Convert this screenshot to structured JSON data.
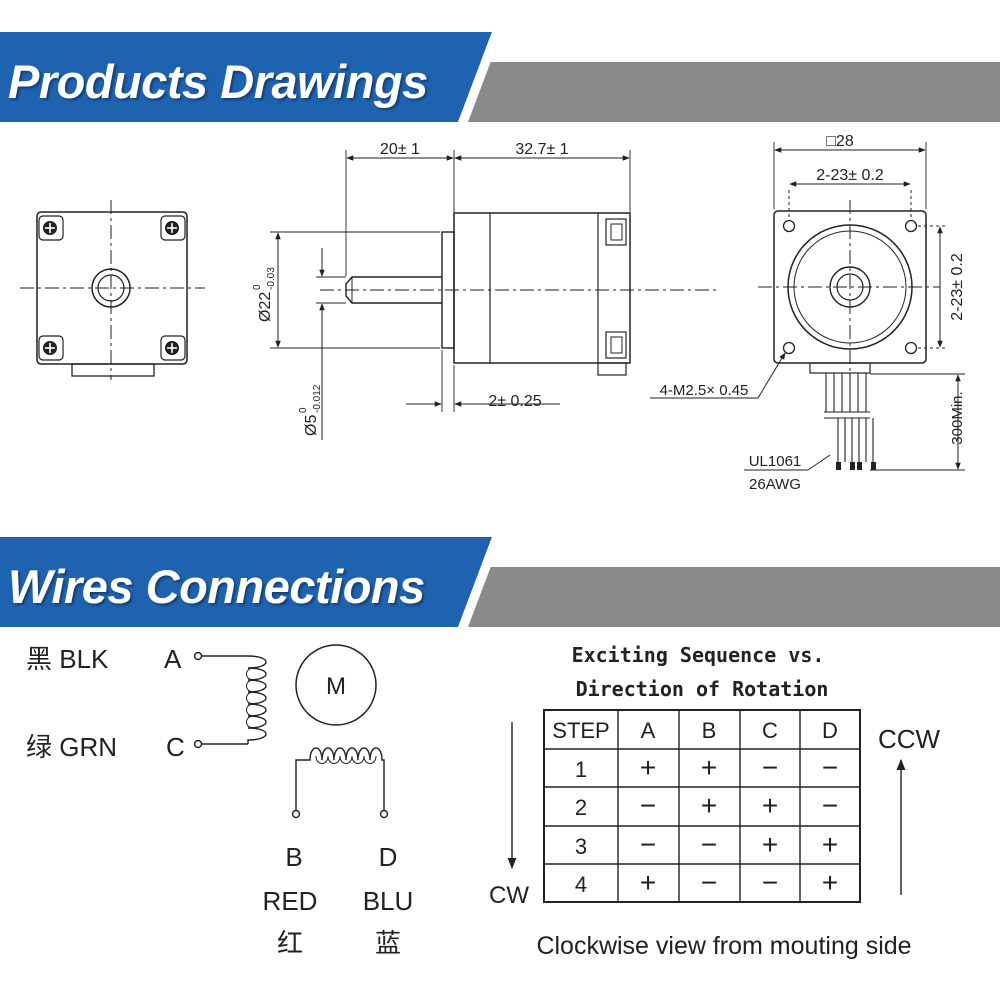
{
  "banners": {
    "products_title": "Products Drawings",
    "wires_title": "Wires Connections",
    "colors": {
      "blue": "#1f62b0",
      "gray": "#8a8a8a"
    }
  },
  "drawing": {
    "dim_shaft_len": "20± 1",
    "dim_body_len": "32.7± 1",
    "dim_pilot_dia_main": "Ø22",
    "dim_pilot_dia_sup": "0",
    "dim_pilot_dia_sub": "-0.03",
    "dim_shaft_dia_main": "Ø5",
    "dim_shaft_dia_sup": "0",
    "dim_shaft_dia_sub": "-0.012",
    "dim_pilot_len": "2± 0.25",
    "dim_square": "□28",
    "dim_hole_spacing_h": "2-23± 0.2",
    "dim_hole_spacing_v": "2-23± 0.2",
    "dim_screw": "4-M2.5× 0.45",
    "dim_lead_len": "300Min.",
    "wire_spec_1": "UL1061",
    "wire_spec_2": "26AWG"
  },
  "wiring": {
    "wire_blk": "黑 BLK",
    "wire_grn": "绿 GRN",
    "term_a": "A",
    "term_c": "C",
    "term_b": "B",
    "term_d": "D",
    "motor_label": "M",
    "wire_red": "RED",
    "wire_red_cn": "红",
    "wire_blu": "BLU",
    "wire_blu_cn": "蓝"
  },
  "sequence": {
    "title_line1": "Exciting Sequence vs.",
    "title_line2": "Direction of Rotation",
    "headers": [
      "STEP",
      "A",
      "B",
      "C",
      "D"
    ],
    "rows": [
      [
        "1",
        "+",
        "+",
        "−",
        "−"
      ],
      [
        "2",
        "−",
        "+",
        "+",
        "−"
      ],
      [
        "3",
        "−",
        "−",
        "+",
        "+"
      ],
      [
        "4",
        "+",
        "−",
        "−",
        "+"
      ]
    ],
    "cw_label": "CW",
    "ccw_label": "CCW",
    "caption": "Clockwise view from mouting side"
  }
}
